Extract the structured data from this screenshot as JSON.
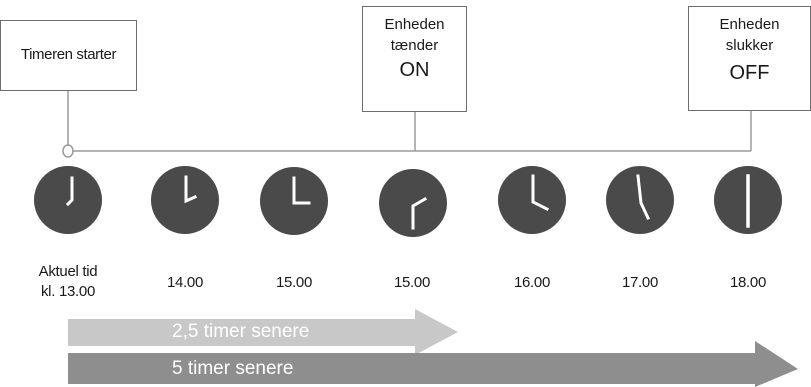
{
  "boxes": {
    "start": {
      "text": "Timeren starter"
    },
    "on": {
      "line1": "Enheden",
      "line2": "tænder",
      "line3": "ON"
    },
    "off": {
      "line1": "Enheden",
      "line2": "slukker",
      "line3": "OFF"
    }
  },
  "clocks": [
    {
      "label_line1": "Aktuel tid",
      "label_line2": "kl. 13.00"
    },
    {
      "label_line1": "14.00"
    },
    {
      "label_line1": "15.00"
    },
    {
      "label_line1": "15.00"
    },
    {
      "label_line1": "16.00"
    },
    {
      "label_line1": "17.00"
    },
    {
      "label_line1": "18.00"
    }
  ],
  "arrows": {
    "short": {
      "text": "2,5 timer senere"
    },
    "long": {
      "text": "5 timer senere"
    }
  },
  "colors": {
    "clock_face": "#4a4a4a",
    "clock_hands": "#ffffff",
    "connector_line": "#9a9a9a",
    "short_arrow": "#c8c8c8",
    "long_arrow": "#8e8e8e"
  }
}
